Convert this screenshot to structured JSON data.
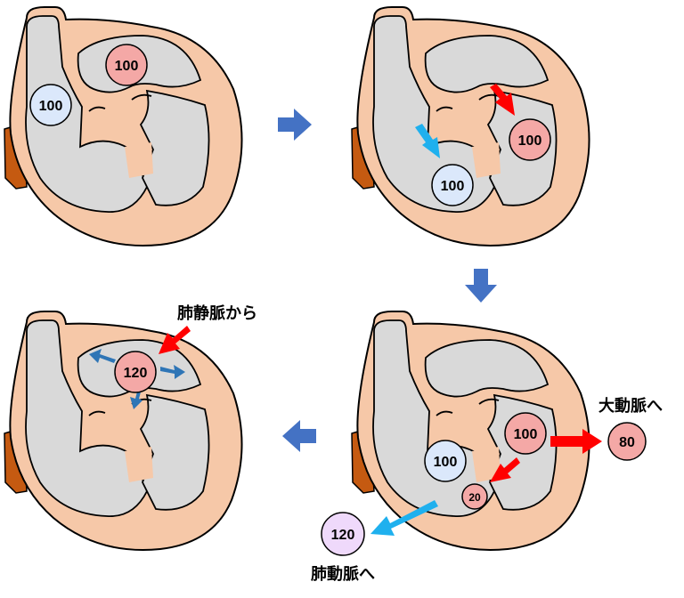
{
  "colors": {
    "heart_wall": "#f6c8a8",
    "chamber": "#d9d9d9",
    "outline": "#000000",
    "vessel": "#c55a11",
    "blue_ball": "#dbe8fb",
    "red_ball": "#f4a8a6",
    "purple_ball": "#efd9fb",
    "flow_arrow_step": "#4472c4",
    "red_arrow": "#ff0000",
    "cyan_arrow": "#1fb0ee",
    "blue_small_arrow": "#2e75b6"
  },
  "panel1": {
    "left_value": "100",
    "right_value": "100"
  },
  "panel2": {
    "left_value": "100",
    "right_value": "100"
  },
  "panel3": {
    "left_value": "100",
    "right_value": "100",
    "small_value": "20",
    "aorta_value": "80",
    "aorta_label": "大動脈へ",
    "pulmonary_value": "120",
    "pulmonary_label": "肺動脈へ"
  },
  "panel4": {
    "value": "120",
    "inflow_label": "肺静脈から"
  }
}
